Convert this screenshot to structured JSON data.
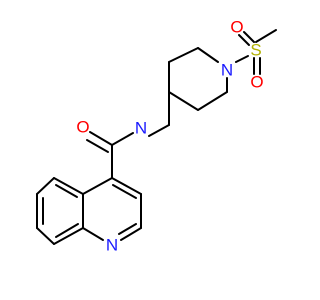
{
  "molecule": {
    "colors": {
      "N": "#1a1aff",
      "O": "#ff0000",
      "S": "#b2b200",
      "bond": "#000000"
    },
    "atom_labels": {
      "O_amide": "O",
      "N_amide": "N",
      "N_piperidine": "N",
      "S": "S",
      "O_sulfonyl_1": "O",
      "O_sulfonyl_2": "O",
      "N_quinoline": "N"
    }
  }
}
